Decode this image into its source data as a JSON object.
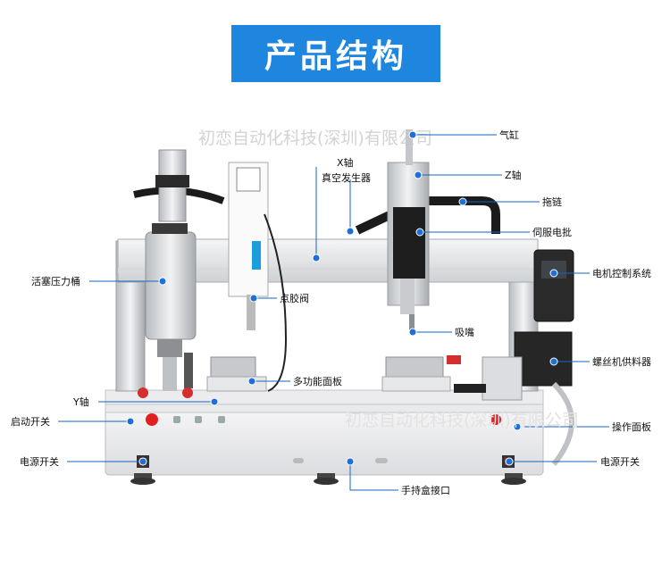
{
  "title": "产品结构",
  "watermark_1": "初恋自动化科技(深圳)有限公司",
  "watermark_2": "初恋自动化科技(深圳)有限公司",
  "labels": {
    "cylinder": "气缸",
    "x_axis": "X轴",
    "vacuum_generator": "真空发生器",
    "z_axis": "Z轴",
    "drag_chain": "拖链",
    "servo_screwdriver": "伺服电批",
    "motor_control_system": "电机控制系统",
    "piston_barrel": "活塞压力桶",
    "dispensing_valve": "点胶阀",
    "suction_nozzle": "吸嘴",
    "screw_feeder": "螺丝机供料器",
    "multi_function_panel": "多功能面板",
    "y_axis": "Y轴",
    "start_switch": "启动开关",
    "operation_panel": "操作面板",
    "power_switch_left": "电源开关",
    "power_switch_right": "电源开关",
    "handheld_port": "手持盒接口"
  },
  "colors": {
    "banner": "#1f86e0",
    "callout": "#1565c0",
    "dot": "#1e6fd9"
  }
}
